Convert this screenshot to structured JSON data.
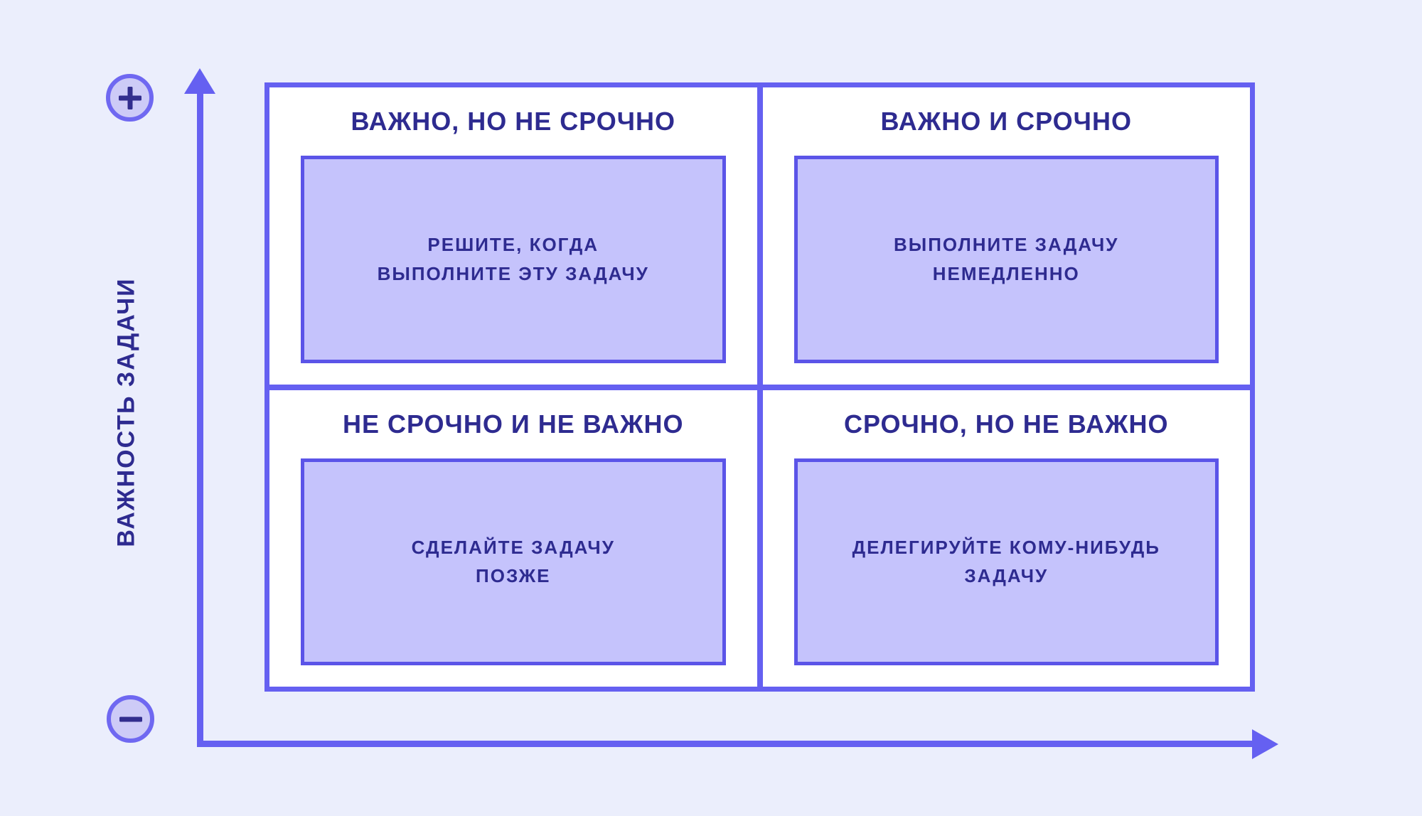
{
  "colors": {
    "bg": "#ebeefc",
    "panel": "#ffffff",
    "accent": "#6560f1",
    "box-fill": "#c5c3fc",
    "box-border": "#5b54e8",
    "ink": "#2e2b90",
    "circle-fill": "#cdcbf7",
    "circle-border": "#6f68f1",
    "icon-ink": "#322e8e"
  },
  "y_axis": {
    "label": "ВАЖНОСТЬ ЗАДАЧИ"
  },
  "quadrants": [
    {
      "position": "top-left",
      "title": "ВАЖНО, НО НЕ СРОЧНО",
      "note": "РЕШИТЕ, КОГДА\nВЫПОЛНИТЕ ЭТУ ЗАДАЧУ"
    },
    {
      "position": "top-right",
      "title": "ВАЖНО И СРОЧНО",
      "note": "ВЫПОЛНИТЕ ЗАДАЧУ\nНЕМЕДЛЕННО"
    },
    {
      "position": "bottom-left",
      "title": "НЕ СРОЧНО И НЕ ВАЖНО",
      "note": "СДЕЛАЙТЕ ЗАДАЧУ\nПОЗЖЕ"
    },
    {
      "position": "bottom-right",
      "title": "СРОЧНО, НО НЕ ВАЖНО",
      "note": "ДЕЛЕГИРУЙТЕ КОМУ-НИБУДЬ\nЗАДАЧУ"
    }
  ]
}
